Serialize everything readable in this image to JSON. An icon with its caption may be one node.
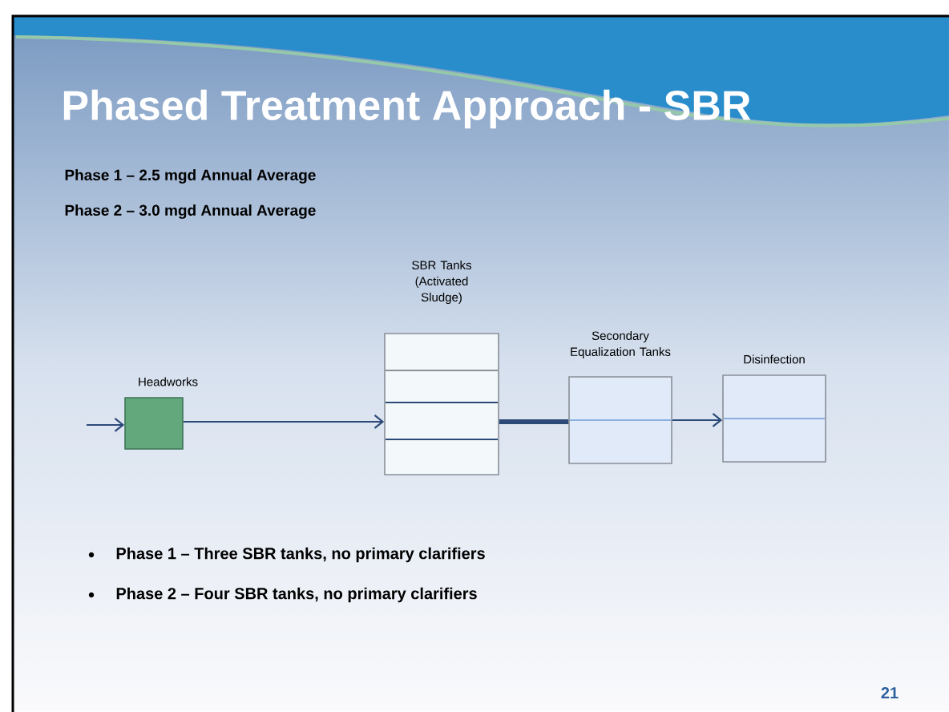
{
  "diagram": {
    "title": "Phased Treatment Approach - SBR",
    "nodes": [
      {
        "text": [
          "Headworks"
        ]
      },
      {
        "text": [
          "SBR Tanks (Activated Sludge)"
        ]
      },
      {
        "text": [
          "Secondary Equalization Tanks"
        ]
      },
      {
        "text": [
          "Disinfection"
        ]
      }
    ],
    "edges": [
      {
        "from": null,
        "to": 0,
        "arrow": "to"
      },
      {
        "from": 0,
        "to": 1,
        "arrow": "to"
      },
      {
        "from": 1,
        "to": 2,
        "arrow": "none",
        "style": "thick"
      },
      {
        "from": 2,
        "to": 3,
        "arrow": "to"
      }
    ],
    "labels": [
      "Phase 1 – 2.5 mgd Annual Average",
      "Phase 2 – 3.0 mgd Annual Average",
      "Phase 1 – Three SBR tanks, no primary clarifiers",
      "Phase 2 – Four SBR tanks, no primary clarifiers",
      "21"
    ]
  }
}
